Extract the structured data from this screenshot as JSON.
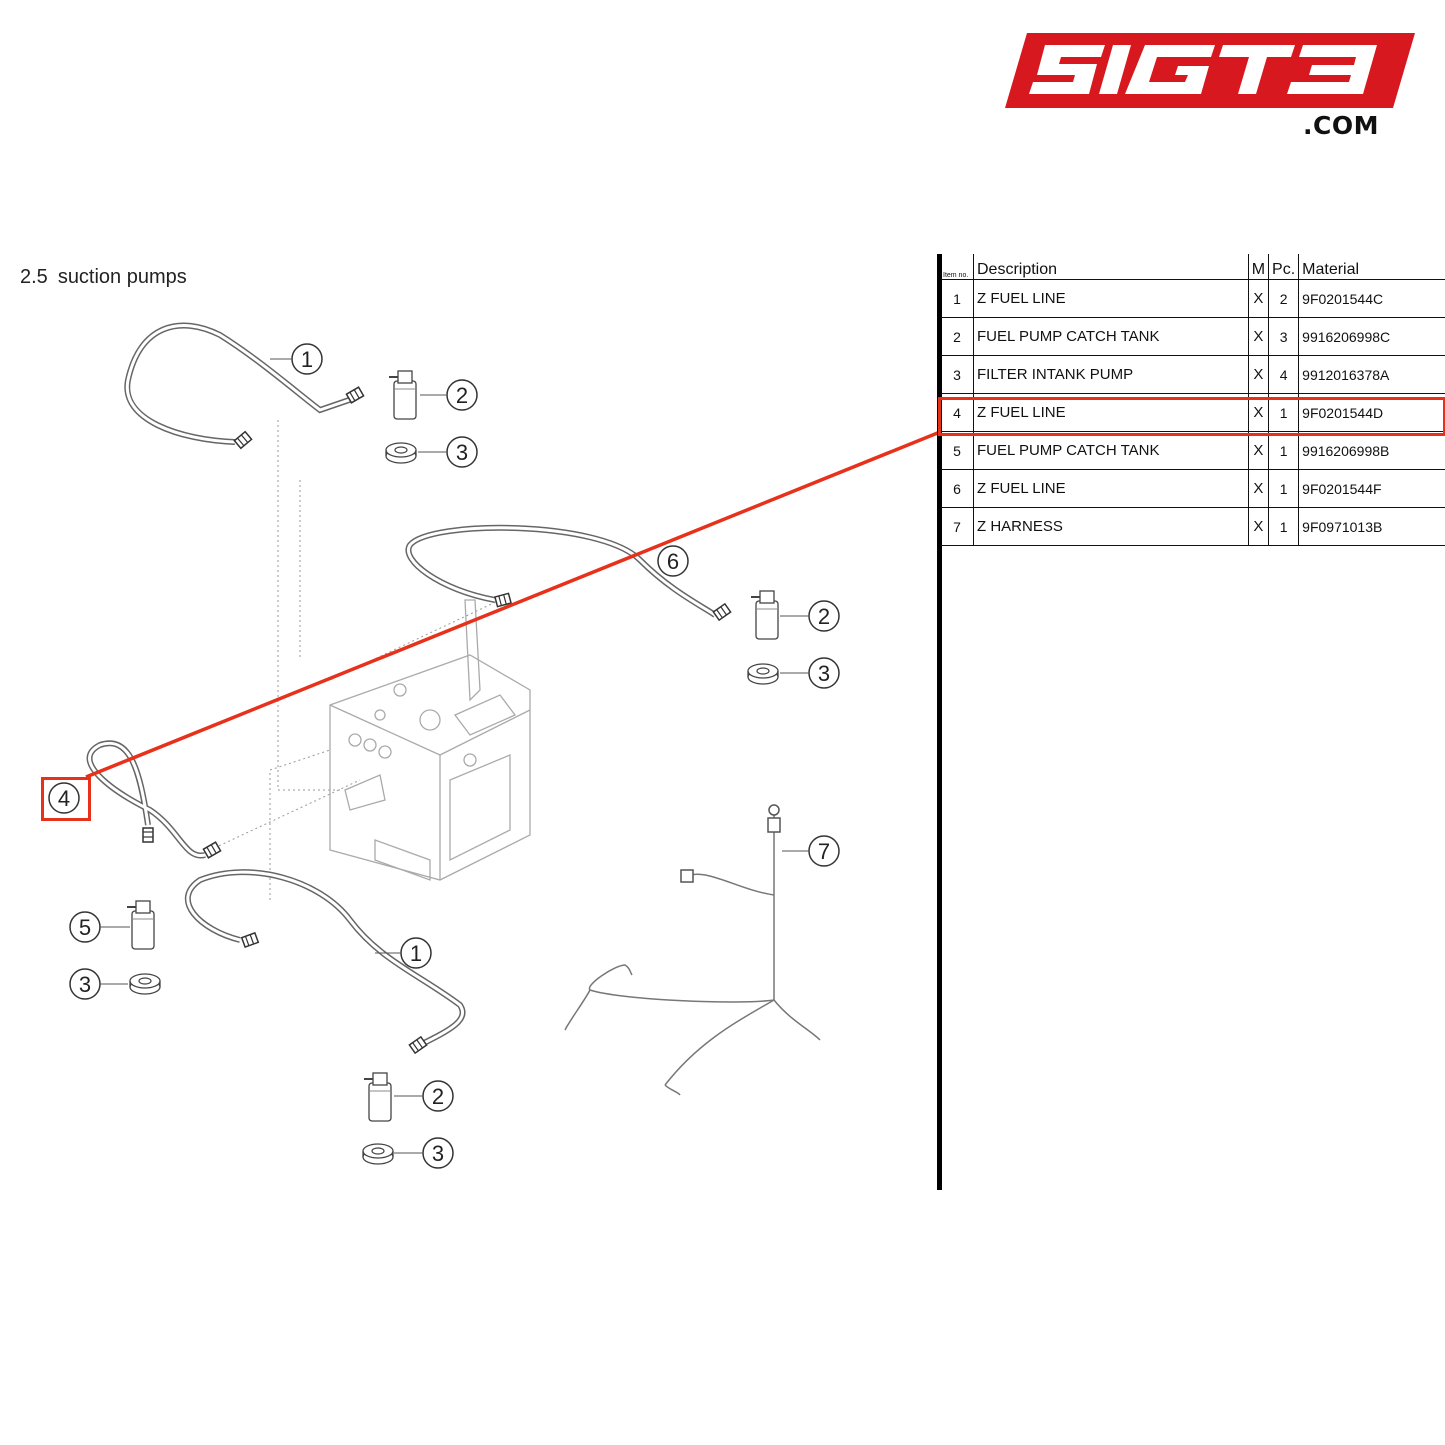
{
  "logo": {
    "text": "SIGT3",
    "domain": ".COM",
    "color": "#d7191f"
  },
  "section": {
    "number": "2.5",
    "title": "suction pumps"
  },
  "table": {
    "headers": {
      "item": "Item no.",
      "description": "Description",
      "m": "M",
      "pc": "Pc.",
      "material": "Material"
    },
    "rows": [
      {
        "item": "1",
        "description": "Z FUEL LINE",
        "m": "X",
        "pc": "2",
        "material": "9F0201544C"
      },
      {
        "item": "2",
        "description": "FUEL PUMP CATCH TANK",
        "m": "X",
        "pc": "3",
        "material": "9916206998C"
      },
      {
        "item": "3",
        "description": "FILTER INTANK PUMP",
        "m": "X",
        "pc": "4",
        "material": "9912016378A"
      },
      {
        "item": "4",
        "description": "Z FUEL LINE",
        "m": "X",
        "pc": "1",
        "material": "9F0201544D"
      },
      {
        "item": "5",
        "description": "FUEL PUMP CATCH TANK",
        "m": "X",
        "pc": "1",
        "material": "9916206998B"
      },
      {
        "item": "6",
        "description": "Z FUEL LINE",
        "m": "X",
        "pc": "1",
        "material": "9F0201544F"
      },
      {
        "item": "7",
        "description": "Z HARNESS",
        "m": "X",
        "pc": "1",
        "material": "9F0971013B"
      }
    ],
    "highlighted_item": "4"
  },
  "callouts": [
    "1",
    "2",
    "3",
    "6",
    "2",
    "3",
    "4",
    "5",
    "3",
    "1",
    "2",
    "3",
    "7"
  ],
  "colors": {
    "highlight": "#e8311b",
    "line": "#555555"
  }
}
